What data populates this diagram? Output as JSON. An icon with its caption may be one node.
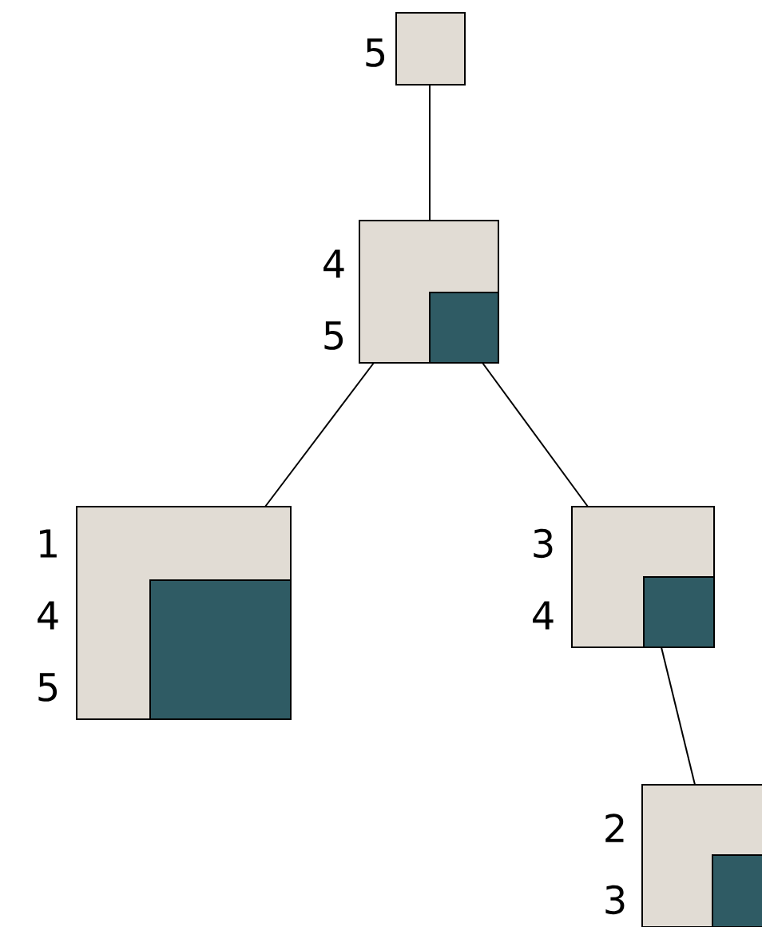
{
  "diagram": {
    "nodes": [
      {
        "text": [],
        "shape": "box",
        "beside": [
          "5"
        ]
      },
      {
        "text": [],
        "shape": "box",
        "beside": [
          "4",
          "5"
        ]
      },
      {
        "text": [],
        "shape": "box",
        "beside": [
          "1",
          "4",
          "5"
        ]
      },
      {
        "text": [],
        "shape": "box",
        "beside": [
          "3",
          "4"
        ]
      },
      {
        "text": [],
        "shape": "box",
        "beside": [
          "2",
          "3"
        ]
      }
    ],
    "edges": [
      {
        "from": 0,
        "to": 1,
        "arrow": "none"
      },
      {
        "from": 1,
        "to": 2,
        "arrow": "none"
      },
      {
        "from": 1,
        "to": 3,
        "arrow": "none"
      },
      {
        "from": 3,
        "to": 4,
        "arrow": "none"
      }
    ]
  }
}
